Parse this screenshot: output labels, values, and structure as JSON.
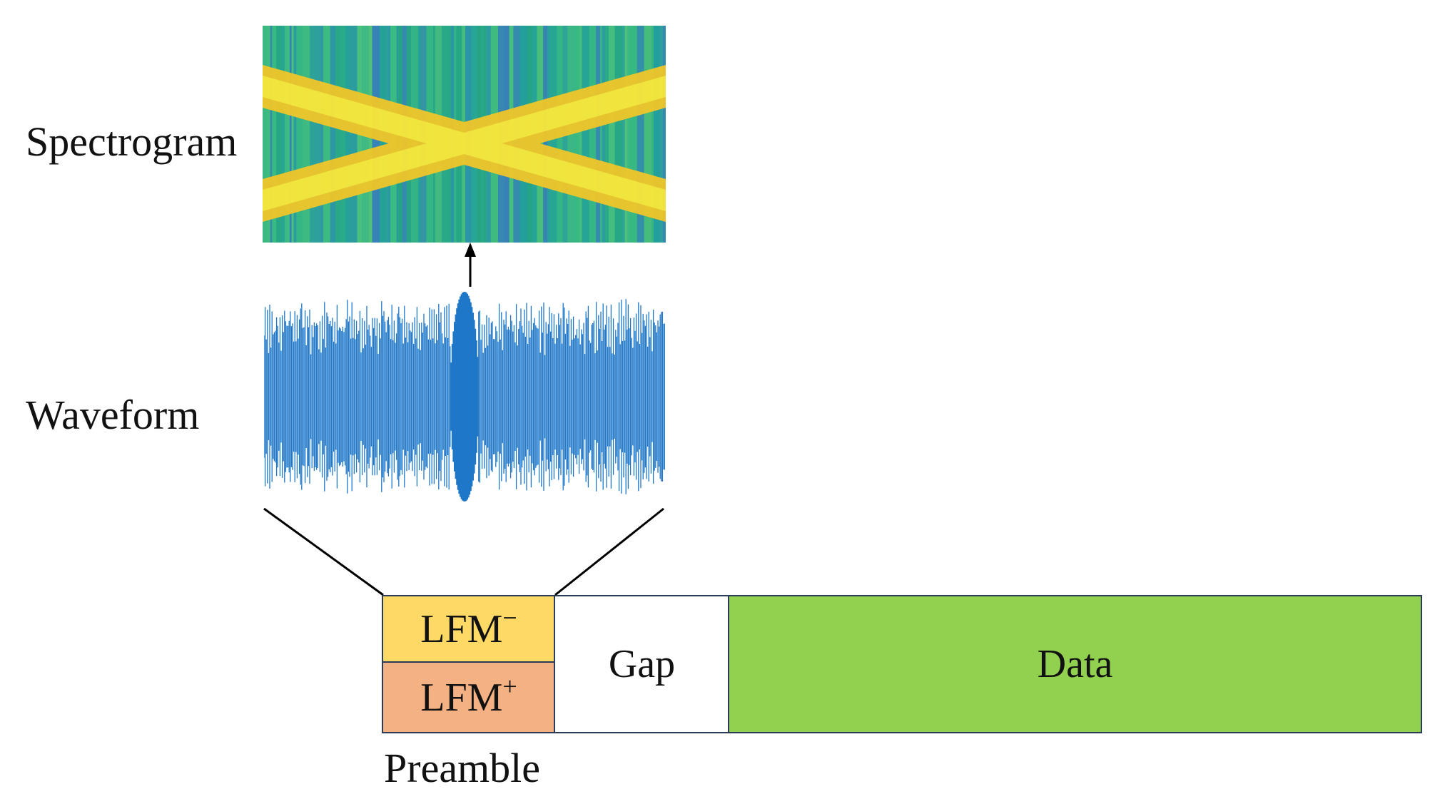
{
  "labels": {
    "spectrogram": "Spectrogram",
    "waveform": "Waveform",
    "preamble": "Preamble"
  },
  "frame": {
    "lfm_minus": {
      "base": "LFM",
      "sup": "−"
    },
    "lfm_plus": {
      "base": "LFM",
      "sup": "+"
    },
    "gap": "Gap",
    "data": "Data"
  },
  "colors": {
    "lfm_minus_fill": "#ffd966",
    "lfm_plus_fill": "#f4b183",
    "data_fill": "#92d050",
    "waveform": "#1f77c8",
    "spectrogram_background": "#2fb08a",
    "spectrogram_chirp": "#f7e52a"
  },
  "icons": {
    "arrow": "arrow-up-icon"
  }
}
